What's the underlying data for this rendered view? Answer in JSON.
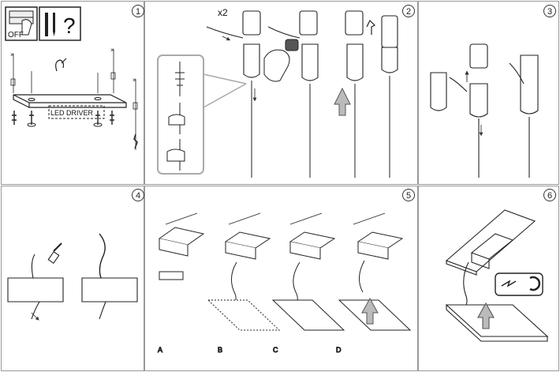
{
  "panels": [
    {
      "number": "1"
    },
    {
      "number": "2"
    },
    {
      "number": "3"
    },
    {
      "number": "4"
    },
    {
      "number": "5"
    },
    {
      "number": "6"
    }
  ],
  "panel1": {
    "switch_label": "OFF",
    "question_mark": "?",
    "driver_label": "LED DRIVER"
  },
  "panel2": {
    "multiplier": "x2"
  },
  "panel5": {
    "steps": [
      "A",
      "B",
      "C",
      "D"
    ]
  }
}
